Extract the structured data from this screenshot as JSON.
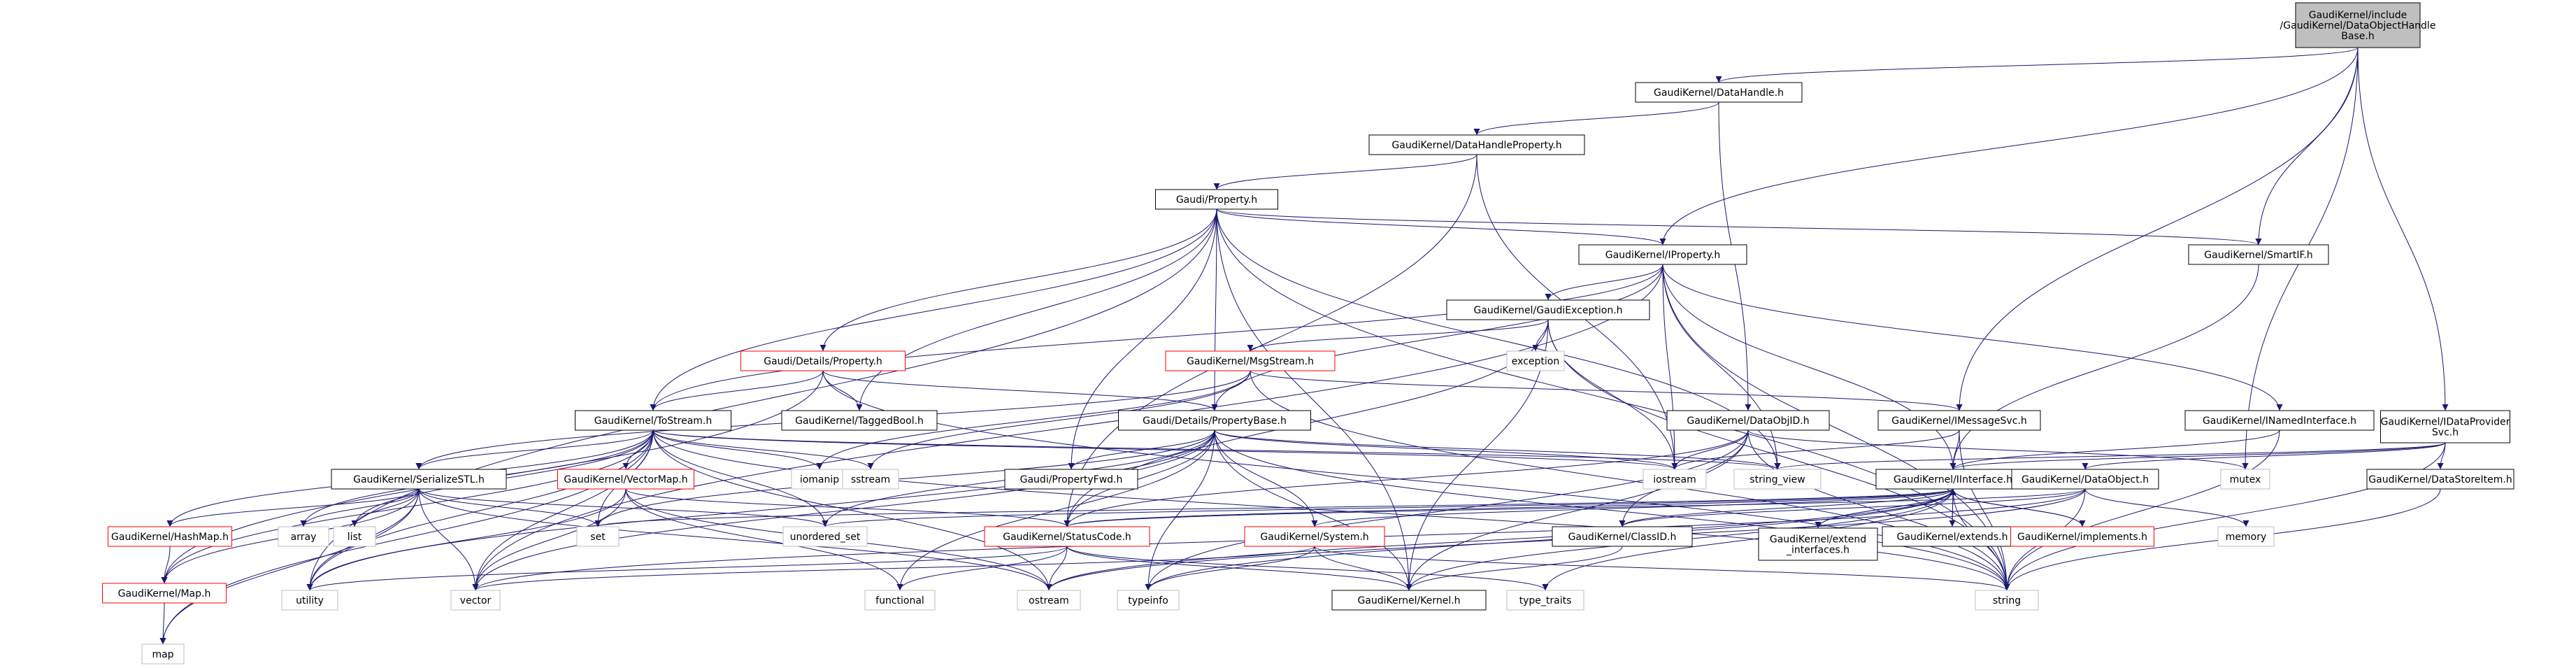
{
  "colors": {
    "edge": "#191970",
    "border": "#000000",
    "red_border": "#ff0000",
    "gray_border": "#bfbfbf",
    "root_fill": "#bfbfbf",
    "fill": "#ffffff"
  },
  "nodes": [
    {
      "id": "root",
      "label": [
        "GaudiKernel/include",
        "/GaudiKernel/DataObjectHandle",
        "Base.h"
      ],
      "style": "root"
    },
    {
      "id": "datahandle",
      "label": [
        "GaudiKernel/DataHandle.h"
      ],
      "style": "normal"
    },
    {
      "id": "dhprop",
      "label": [
        "GaudiKernel/DataHandleProperty.h"
      ],
      "style": "normal"
    },
    {
      "id": "gprop",
      "label": [
        "Gaudi/Property.h"
      ],
      "style": "normal"
    },
    {
      "id": "iprop",
      "label": [
        "GaudiKernel/IProperty.h"
      ],
      "style": "normal"
    },
    {
      "id": "smartif",
      "label": [
        "GaudiKernel/SmartIF.h"
      ],
      "style": "normal"
    },
    {
      "id": "gexc",
      "label": [
        "GaudiKernel/GaudiException.h"
      ],
      "style": "normal"
    },
    {
      "id": "exception",
      "label": [
        "exception"
      ],
      "style": "gray"
    },
    {
      "id": "msgstream",
      "label": [
        "GaudiKernel/MsgStream.h"
      ],
      "style": "red"
    },
    {
      "id": "gdprop",
      "label": [
        "Gaudi/Details/Property.h"
      ],
      "style": "red"
    },
    {
      "id": "dataobjid",
      "label": [
        "GaudiKernel/DataObjID.h"
      ],
      "style": "normal"
    },
    {
      "id": "imsgsvc",
      "label": [
        "GaudiKernel/IMessageSvc.h"
      ],
      "style": "normal"
    },
    {
      "id": "inamed",
      "label": [
        "GaudiKernel/INamedInterface.h"
      ],
      "style": "normal"
    },
    {
      "id": "idps",
      "label": [
        "GaudiKernel/IDataProvider",
        "Svc.h"
      ],
      "style": "normal"
    },
    {
      "id": "tostream",
      "label": [
        "GaudiKernel/ToStream.h"
      ],
      "style": "normal"
    },
    {
      "id": "taggedbool",
      "label": [
        "GaudiKernel/TaggedBool.h"
      ],
      "style": "normal"
    },
    {
      "id": "propbase",
      "label": [
        "Gaudi/Details/PropertyBase.h"
      ],
      "style": "normal"
    },
    {
      "id": "serialize",
      "label": [
        "GaudiKernel/SerializeSTL.h"
      ],
      "style": "normal"
    },
    {
      "id": "vectormap",
      "label": [
        "GaudiKernel/VectorMap.h"
      ],
      "style": "red"
    },
    {
      "id": "iomanip",
      "label": [
        "iomanip"
      ],
      "style": "gray"
    },
    {
      "id": "sstream",
      "label": [
        "sstream"
      ],
      "style": "gray"
    },
    {
      "id": "propfwd",
      "label": [
        "Gaudi/PropertyFwd.h"
      ],
      "style": "normal"
    },
    {
      "id": "iostream",
      "label": [
        "iostream"
      ],
      "style": "gray"
    },
    {
      "id": "string_view",
      "label": [
        "string_view"
      ],
      "style": "gray"
    },
    {
      "id": "iinterface",
      "label": [
        "GaudiKernel/IInterface.h"
      ],
      "style": "normal"
    },
    {
      "id": "mutex",
      "label": [
        "mutex"
      ],
      "style": "gray"
    },
    {
      "id": "dataobject",
      "label": [
        "GaudiKernel/DataObject.h"
      ],
      "style": "normal"
    },
    {
      "id": "datastoreitem",
      "label": [
        "GaudiKernel/DataStoreItem.h"
      ],
      "style": "normal"
    },
    {
      "id": "hashmap",
      "label": [
        "GaudiKernel/HashMap.h"
      ],
      "style": "red"
    },
    {
      "id": "array",
      "label": [
        "array"
      ],
      "style": "gray"
    },
    {
      "id": "list",
      "label": [
        "list"
      ],
      "style": "gray"
    },
    {
      "id": "set",
      "label": [
        "set"
      ],
      "style": "gray"
    },
    {
      "id": "unordered_set",
      "label": [
        "unordered_set"
      ],
      "style": "gray"
    },
    {
      "id": "statuscode",
      "label": [
        "GaudiKernel/StatusCode.h"
      ],
      "style": "red"
    },
    {
      "id": "system",
      "label": [
        "GaudiKernel/System.h"
      ],
      "style": "red"
    },
    {
      "id": "classid",
      "label": [
        "GaudiKernel/ClassID.h"
      ],
      "style": "normal"
    },
    {
      "id": "extendif",
      "label": [
        "GaudiKernel/extend",
        "_interfaces.h"
      ],
      "style": "normal"
    },
    {
      "id": "extends",
      "label": [
        "GaudiKernel/extends.h"
      ],
      "style": "normal"
    },
    {
      "id": "implements",
      "label": [
        "GaudiKernel/implements.h"
      ],
      "style": "red"
    },
    {
      "id": "memory",
      "label": [
        "memory"
      ],
      "style": "gray"
    },
    {
      "id": "map_h",
      "label": [
        "GaudiKernel/Map.h"
      ],
      "style": "red"
    },
    {
      "id": "utility",
      "label": [
        "utility"
      ],
      "style": "gray"
    },
    {
      "id": "vector",
      "label": [
        "vector"
      ],
      "style": "gray"
    },
    {
      "id": "functional",
      "label": [
        "functional"
      ],
      "style": "gray"
    },
    {
      "id": "ostream",
      "label": [
        "ostream"
      ],
      "style": "gray"
    },
    {
      "id": "typeinfo",
      "label": [
        "typeinfo"
      ],
      "style": "gray"
    },
    {
      "id": "kernel",
      "label": [
        "GaudiKernel/Kernel.h"
      ],
      "style": "normal"
    },
    {
      "id": "type_traits",
      "label": [
        "type_traits"
      ],
      "style": "gray"
    },
    {
      "id": "string",
      "label": [
        "string"
      ],
      "style": "gray"
    },
    {
      "id": "map",
      "label": [
        "map"
      ],
      "style": "gray"
    }
  ],
  "edges": [
    [
      "root",
      "datahandle"
    ],
    [
      "root",
      "iprop"
    ],
    [
      "root",
      "smartif"
    ],
    [
      "root",
      "imsgsvc"
    ],
    [
      "root",
      "idps"
    ],
    [
      "root",
      "mutex"
    ],
    [
      "datahandle",
      "dhprop"
    ],
    [
      "datahandle",
      "dataobjid"
    ],
    [
      "dhprop",
      "gprop"
    ],
    [
      "dhprop",
      "statuscode"
    ],
    [
      "dhprop",
      "iostream"
    ],
    [
      "gprop",
      "iprop"
    ],
    [
      "gprop",
      "smartif"
    ],
    [
      "gprop",
      "gdprop"
    ],
    [
      "gprop",
      "tostream"
    ],
    [
      "gprop",
      "taggedbool"
    ],
    [
      "gprop",
      "propbase"
    ],
    [
      "gprop",
      "propfwd"
    ],
    [
      "gprop",
      "kernel"
    ],
    [
      "gprop",
      "string_view"
    ],
    [
      "gprop",
      "string"
    ],
    [
      "gprop",
      "utility"
    ],
    [
      "iprop",
      "gexc"
    ],
    [
      "iprop",
      "propbase"
    ],
    [
      "iprop",
      "tostream"
    ],
    [
      "iprop",
      "inamed"
    ],
    [
      "iprop",
      "iinterface"
    ],
    [
      "iprop",
      "iostream"
    ],
    [
      "iprop",
      "string_view"
    ],
    [
      "iprop",
      "string"
    ],
    [
      "iprop",
      "vector"
    ],
    [
      "smartif",
      "iinterface"
    ],
    [
      "gexc",
      "exception"
    ],
    [
      "gexc",
      "msgstream"
    ],
    [
      "gexc",
      "iostream"
    ],
    [
      "gexc",
      "statuscode"
    ],
    [
      "gexc",
      "kernel"
    ],
    [
      "gexc",
      "string"
    ],
    [
      "msgstream",
      "imsgsvc"
    ],
    [
      "msgstream",
      "sstream"
    ],
    [
      "msgstream",
      "iomanip"
    ],
    [
      "msgstream",
      "serialize"
    ],
    [
      "msgstream",
      "string"
    ],
    [
      "gdprop",
      "tostream"
    ],
    [
      "gdprop",
      "propbase"
    ],
    [
      "gdprop",
      "taggedbool"
    ],
    [
      "gdprop",
      "string"
    ],
    [
      "gdprop",
      "map_h"
    ],
    [
      "dataobjid",
      "classid"
    ],
    [
      "dataobjid",
      "statuscode"
    ],
    [
      "dataobjid",
      "iostream"
    ],
    [
      "dataobjid",
      "mutex"
    ],
    [
      "dataobjid",
      "string"
    ],
    [
      "dataobjid",
      "typeinfo"
    ],
    [
      "dataobjid",
      "kernel"
    ],
    [
      "imsgsvc",
      "iinterface"
    ],
    [
      "imsgsvc",
      "string"
    ],
    [
      "imsgsvc",
      "iostream"
    ],
    [
      "inamed",
      "iinterface"
    ],
    [
      "inamed",
      "string"
    ],
    [
      "idps",
      "iinterface"
    ],
    [
      "idps",
      "dataobject"
    ],
    [
      "idps",
      "datastoreitem"
    ],
    [
      "idps",
      "string"
    ],
    [
      "idps",
      "string_view"
    ],
    [
      "tostream",
      "serialize"
    ],
    [
      "tostream",
      "vectormap"
    ],
    [
      "tostream",
      "hashmap"
    ],
    [
      "tostream",
      "map_h"
    ],
    [
      "tostream",
      "iomanip"
    ],
    [
      "tostream",
      "sstream"
    ],
    [
      "tostream",
      "array"
    ],
    [
      "tostream",
      "list"
    ],
    [
      "tostream",
      "set"
    ],
    [
      "tostream",
      "unordered_set"
    ],
    [
      "tostream",
      "utility"
    ],
    [
      "tostream",
      "vector"
    ],
    [
      "tostream",
      "map"
    ],
    [
      "tostream",
      "string"
    ],
    [
      "tostream",
      "iostream"
    ],
    [
      "tostream",
      "string_view"
    ],
    [
      "tostream",
      "ostream"
    ],
    [
      "propbase",
      "propfwd"
    ],
    [
      "propbase",
      "statuscode"
    ],
    [
      "propbase",
      "system"
    ],
    [
      "propbase",
      "kernel"
    ],
    [
      "propbase",
      "string"
    ],
    [
      "propbase",
      "string_view"
    ],
    [
      "propbase",
      "iostream"
    ],
    [
      "propbase",
      "typeinfo"
    ],
    [
      "propbase",
      "functional"
    ],
    [
      "propbase",
      "utility"
    ],
    [
      "propbase",
      "vector"
    ],
    [
      "propbase",
      "unordered_set"
    ],
    [
      "propbase",
      "set"
    ],
    [
      "serialize",
      "hashmap"
    ],
    [
      "serialize",
      "map_h"
    ],
    [
      "serialize",
      "array"
    ],
    [
      "serialize",
      "list"
    ],
    [
      "serialize",
      "set"
    ],
    [
      "serialize",
      "unordered_set"
    ],
    [
      "serialize",
      "utility"
    ],
    [
      "serialize",
      "vector"
    ],
    [
      "serialize",
      "map"
    ],
    [
      "serialize",
      "ostream"
    ],
    [
      "vectormap",
      "statuscode"
    ],
    [
      "vectormap",
      "utility"
    ],
    [
      "vectormap",
      "vector"
    ],
    [
      "vectormap",
      "functional"
    ],
    [
      "vectormap",
      "ostream"
    ],
    [
      "hashmap",
      "map_h"
    ],
    [
      "map_h",
      "map"
    ],
    [
      "iinterface",
      "statuscode"
    ],
    [
      "iinterface",
      "system"
    ],
    [
      "iinterface",
      "classid"
    ],
    [
      "iinterface",
      "extendif"
    ],
    [
      "iinterface",
      "extends"
    ],
    [
      "iinterface",
      "implements"
    ],
    [
      "iinterface",
      "kernel"
    ],
    [
      "iinterface",
      "ostream"
    ],
    [
      "iinterface",
      "typeinfo"
    ],
    [
      "iinterface",
      "type_traits"
    ],
    [
      "iinterface",
      "unordered_set"
    ],
    [
      "iinterface",
      "set"
    ],
    [
      "iinterface",
      "string"
    ],
    [
      "extendif",
      "iinterface"
    ],
    [
      "extends",
      "iinterface"
    ],
    [
      "implements",
      "iinterface"
    ],
    [
      "dataobject",
      "classid"
    ],
    [
      "dataobject",
      "statuscode"
    ],
    [
      "dataobject",
      "memory"
    ],
    [
      "dataobject",
      "string"
    ],
    [
      "dataobject",
      "ostream"
    ],
    [
      "dataobject",
      "vector"
    ],
    [
      "datastoreitem",
      "string"
    ],
    [
      "statuscode",
      "kernel"
    ],
    [
      "statuscode",
      "ostream"
    ],
    [
      "statuscode",
      "type_traits"
    ],
    [
      "statuscode",
      "functional"
    ],
    [
      "statuscode",
      "utility"
    ],
    [
      "system",
      "kernel"
    ],
    [
      "system",
      "string"
    ],
    [
      "system",
      "vector"
    ],
    [
      "system",
      "typeinfo"
    ],
    [
      "classid",
      "kernel"
    ]
  ]
}
